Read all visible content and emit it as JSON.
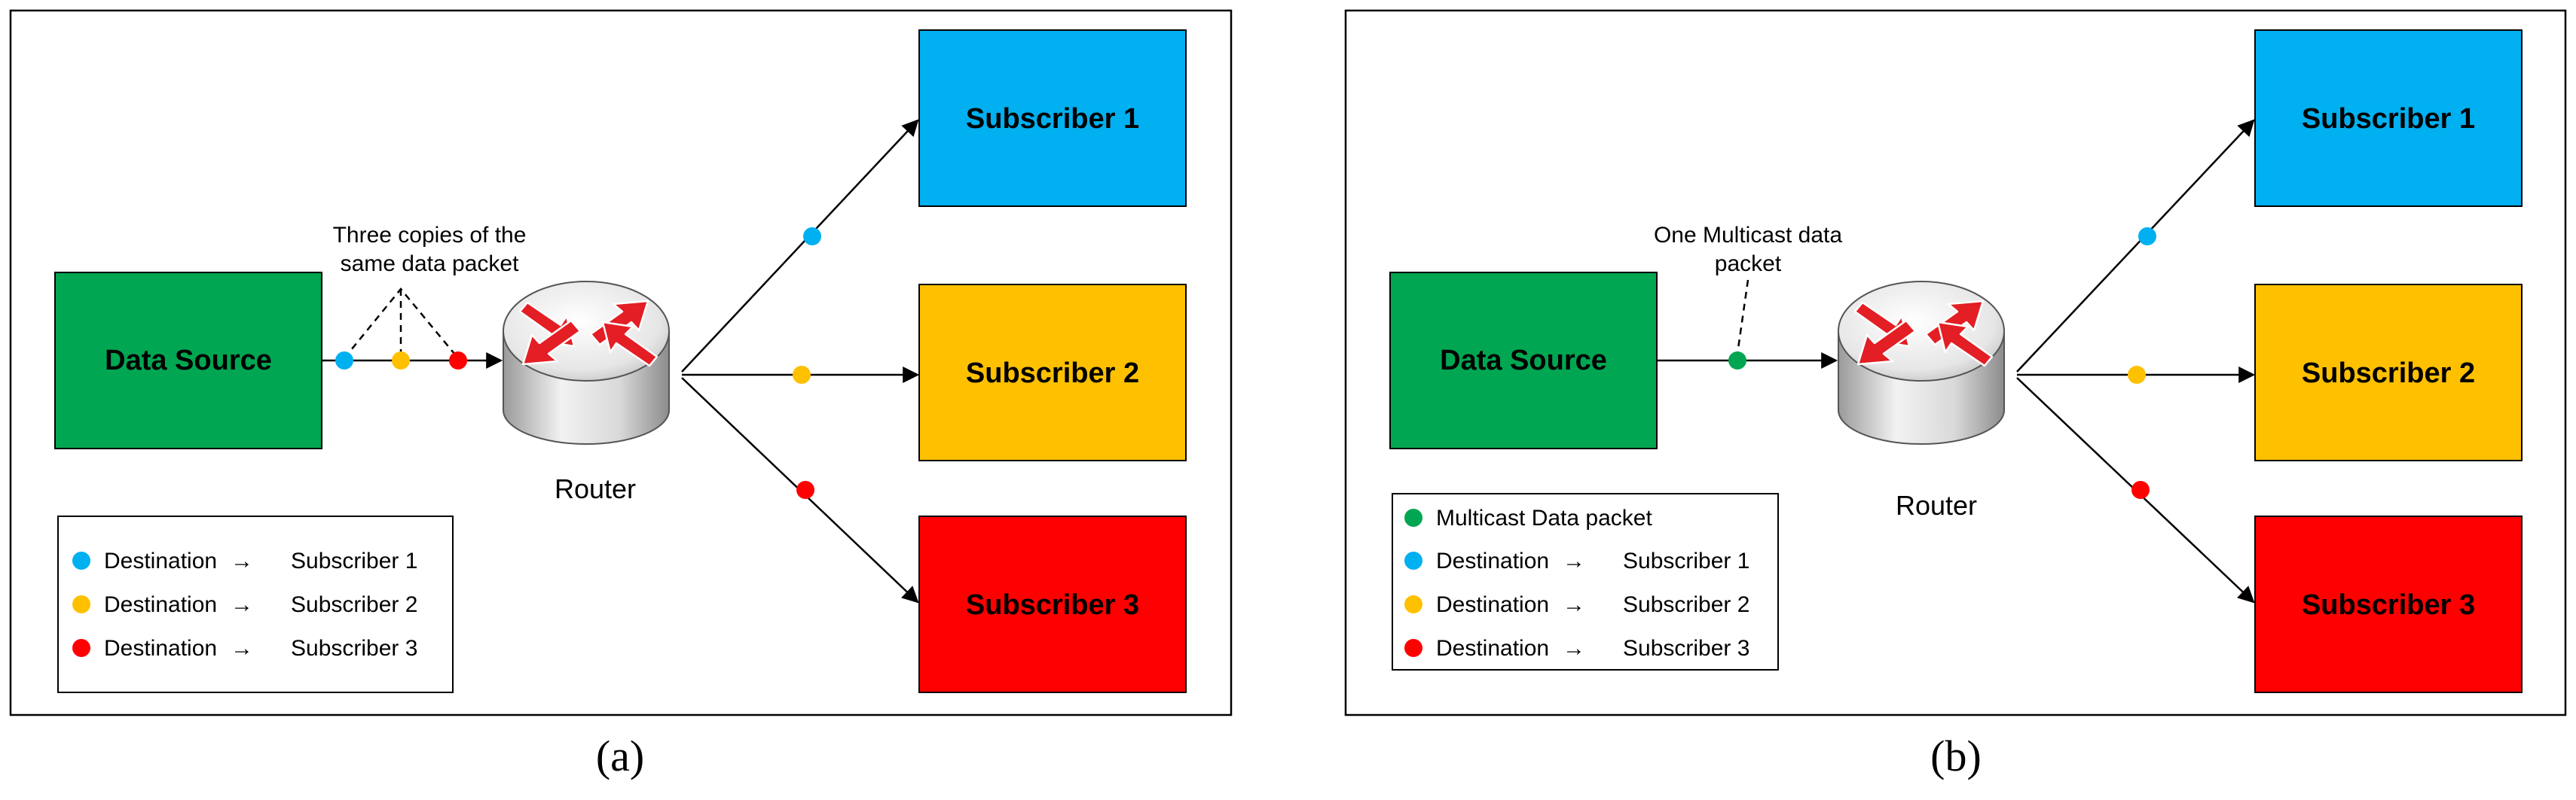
{
  "colors": {
    "data_source": "#00A651",
    "subscriber_1": "#00B0F0",
    "subscriber_2": "#FFC000",
    "subscriber_3": "#FF0000",
    "dot_blue": "#00B0F0",
    "dot_yellow": "#FFC000",
    "dot_red": "#FF0000",
    "dot_green": "#00A651",
    "router_arrow": "#E31E24"
  },
  "panel_a": {
    "data_source": "Data Source",
    "router": "Router",
    "subscribers": [
      "Subscriber 1",
      "Subscriber 2",
      "Subscriber 3"
    ],
    "annotation_line1": "Three copies of the",
    "annotation_line2": "same data packet",
    "legend": [
      {
        "label": "Destination",
        "arrow": "→",
        "target": "Subscriber 1",
        "color": "#00B0F0"
      },
      {
        "label": "Destination",
        "arrow": "→",
        "target": "Subscriber 2",
        "color": "#FFC000"
      },
      {
        "label": "Destination",
        "arrow": "→",
        "target": "Subscriber 3",
        "color": "#FF0000"
      }
    ],
    "caption": "(a)"
  },
  "panel_b": {
    "data_source": "Data Source",
    "router": "Router",
    "subscribers": [
      "Subscriber 1",
      "Subscriber 2",
      "Subscriber 3"
    ],
    "annotation_line1": "One Multicast data",
    "annotation_line2": "packet",
    "legend_header": "Multicast Data packet",
    "legend": [
      {
        "label": "Destination",
        "arrow": "→",
        "target": "Subscriber 1",
        "color": "#00B0F0"
      },
      {
        "label": "Destination",
        "arrow": "→",
        "target": "Subscriber 2",
        "color": "#FFC000"
      },
      {
        "label": "Destination",
        "arrow": "→",
        "target": "Subscriber 3",
        "color": "#FF0000"
      }
    ],
    "caption": "(b)"
  }
}
